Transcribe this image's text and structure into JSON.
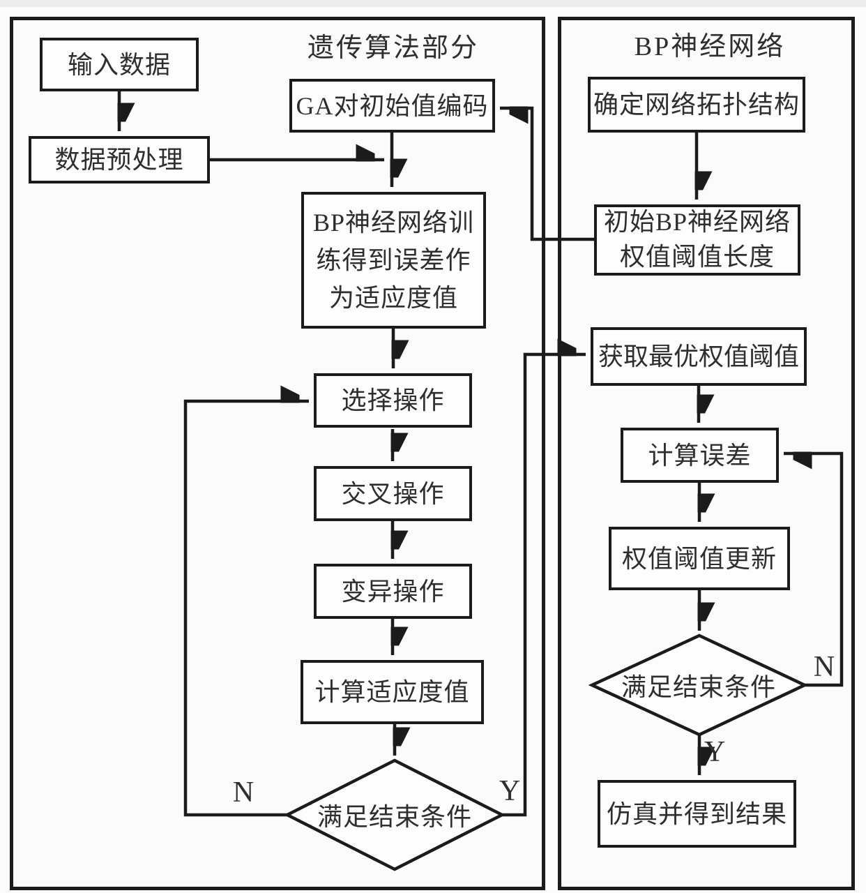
{
  "figure": {
    "left_panel": {
      "title": "遗传算法部分",
      "nodes": {
        "input_data": "输入数据",
        "preprocess": "数据预处理",
        "ga_encode": "GA对初始值编码",
        "bp_train": "BP神经网络训\n练得到误差作\n为适应度值",
        "select_op": "选择操作",
        "crossover_op": "交叉操作",
        "mutation_op": "变异操作",
        "calc_fitness": "计算适应度值",
        "end_condition": "满足结束条件"
      },
      "branch_labels": {
        "no": "N",
        "yes": "Y"
      }
    },
    "right_panel": {
      "title": "BP神经网络",
      "nodes": {
        "topology": "确定网络拓扑结构",
        "init_bp": "初始BP神经网络\n权值阈值长度",
        "best_weights": "获取最优权值阈值",
        "calc_error": "计算误差",
        "update_weights": "权值阈值更新",
        "end_condition": "满足结束条件",
        "simulate_result": "仿真并得到结果"
      },
      "branch_labels": {
        "no": "N",
        "yes": "Y"
      }
    },
    "colors": {
      "line": "#1b1b1b",
      "box_fill": "#fdfdfd",
      "text": "#2e2e2e",
      "background": "#fbfbfb"
    }
  }
}
